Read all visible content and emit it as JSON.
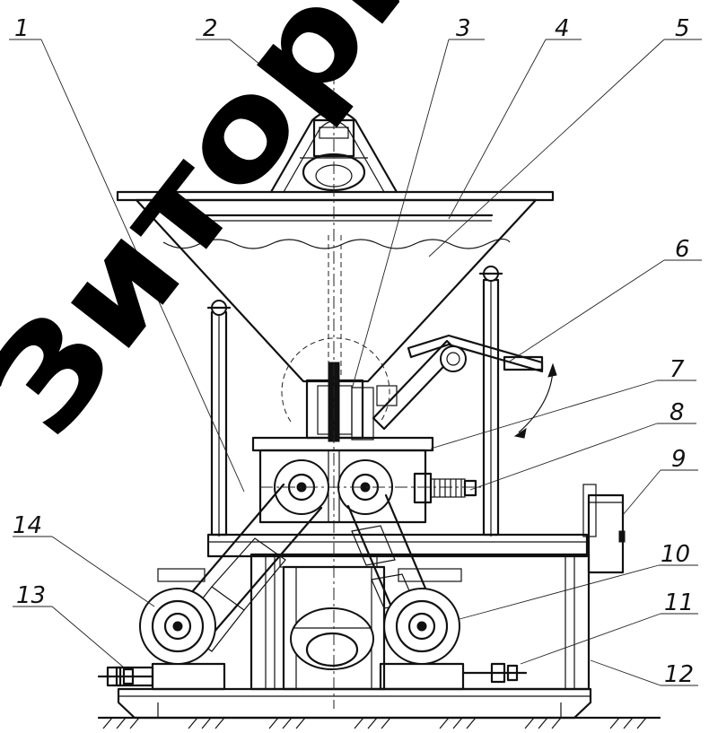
{
  "diagram": {
    "labels": [
      "1",
      "2",
      "3",
      "4",
      "5",
      "6",
      "7",
      "8",
      "9",
      "10",
      "11",
      "12",
      "13",
      "14"
    ]
  },
  "watermark": {
    "text": "Репозиторий",
    "visible_fragment": "Зитори"
  }
}
